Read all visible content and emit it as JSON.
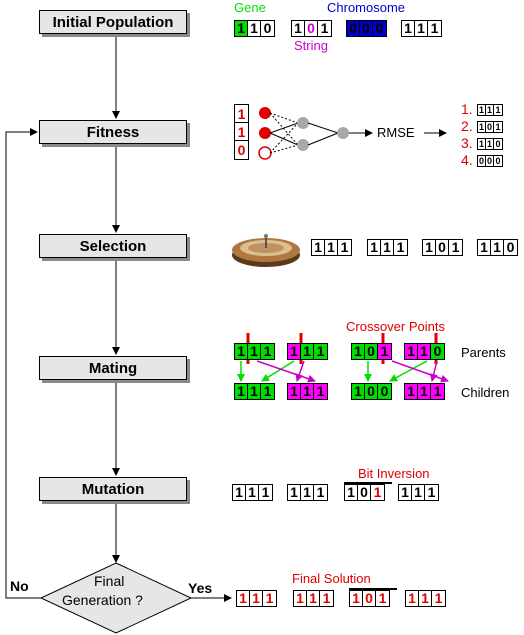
{
  "flow": {
    "initial": "Initial Population",
    "fitness": "Fitness",
    "selection": "Selection",
    "mating": "Mating",
    "mutation": "Mutation",
    "decision_line1": "Final",
    "decision_line2": "Generation ?",
    "no": "No",
    "yes": "Yes"
  },
  "labels": {
    "gene": "Gene",
    "chromosome": "Chromosome",
    "string": "String",
    "rmse": "RMSE",
    "crossover_points": "Crossover Points",
    "parents": "Parents",
    "children": "Children",
    "bit_inversion": "Bit Inversion",
    "final_solution": "Final Solution"
  },
  "initial_strings": [
    [
      "1",
      "1",
      "0"
    ],
    [
      "1",
      "0",
      "1"
    ],
    [
      "0",
      "0",
      "0"
    ],
    [
      "1",
      "1",
      "1"
    ]
  ],
  "fitness_inputs": [
    "1",
    "1",
    "0"
  ],
  "ranking": [
    {
      "rank": "1.",
      "bits": [
        "1",
        "1",
        "1"
      ]
    },
    {
      "rank": "2.",
      "bits": [
        "1",
        "0",
        "1"
      ]
    },
    {
      "rank": "3.",
      "bits": [
        "1",
        "1",
        "0"
      ]
    },
    {
      "rank": "4.",
      "bits": [
        "0",
        "0",
        "0"
      ]
    }
  ],
  "selection_strings": [
    [
      "1",
      "1",
      "1"
    ],
    [
      "1",
      "1",
      "1"
    ],
    [
      "1",
      "0",
      "1"
    ],
    [
      "1",
      "1",
      "0"
    ]
  ],
  "parents": [
    [
      "1",
      "1",
      "1"
    ],
    [
      "1",
      "1",
      "1"
    ],
    [
      "1",
      "0",
      "1"
    ],
    [
      "1",
      "1",
      "0"
    ]
  ],
  "children": [
    [
      "1",
      "1",
      "1"
    ],
    [
      "1",
      "1",
      "1"
    ],
    [
      "1",
      "0",
      "0"
    ],
    [
      "1",
      "1",
      "1"
    ]
  ],
  "mutation_strings": [
    [
      "1",
      "1",
      "1"
    ],
    [
      "1",
      "1",
      "1"
    ],
    [
      "1",
      "0",
      "1"
    ],
    [
      "1",
      "1",
      "1"
    ]
  ],
  "final_strings": [
    [
      "1",
      "1",
      "1"
    ],
    [
      "1",
      "1",
      "1"
    ],
    [
      "1",
      "0",
      "1"
    ],
    [
      "1",
      "1",
      "1"
    ]
  ],
  "colors": {
    "gene": "#00dd00",
    "chromosome_text": "#0000cc",
    "chromosome_fill": "#0000cc",
    "string": "#cc00cc",
    "magenta_fill": "#ff00ff",
    "red": "#e00000",
    "box_fill": "#e6e6e6"
  }
}
